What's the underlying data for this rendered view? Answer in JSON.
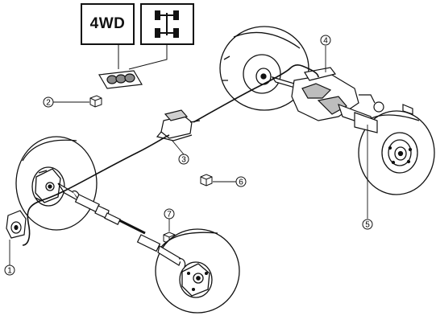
{
  "indicator": {
    "text_label": "4WD",
    "symbol_icon": "drivetrain-axle-icon"
  },
  "callouts": [
    {
      "id": "1",
      "label": "1"
    },
    {
      "id": "2",
      "label": "2"
    },
    {
      "id": "3",
      "label": "3"
    },
    {
      "id": "4",
      "label": "4"
    },
    {
      "id": "5",
      "label": "5"
    },
    {
      "id": "6",
      "label": "6"
    },
    {
      "id": "7",
      "label": "7"
    }
  ],
  "colors": {
    "line": "#111111",
    "fill": "#ffffff",
    "shade": "#9a9a9a"
  }
}
